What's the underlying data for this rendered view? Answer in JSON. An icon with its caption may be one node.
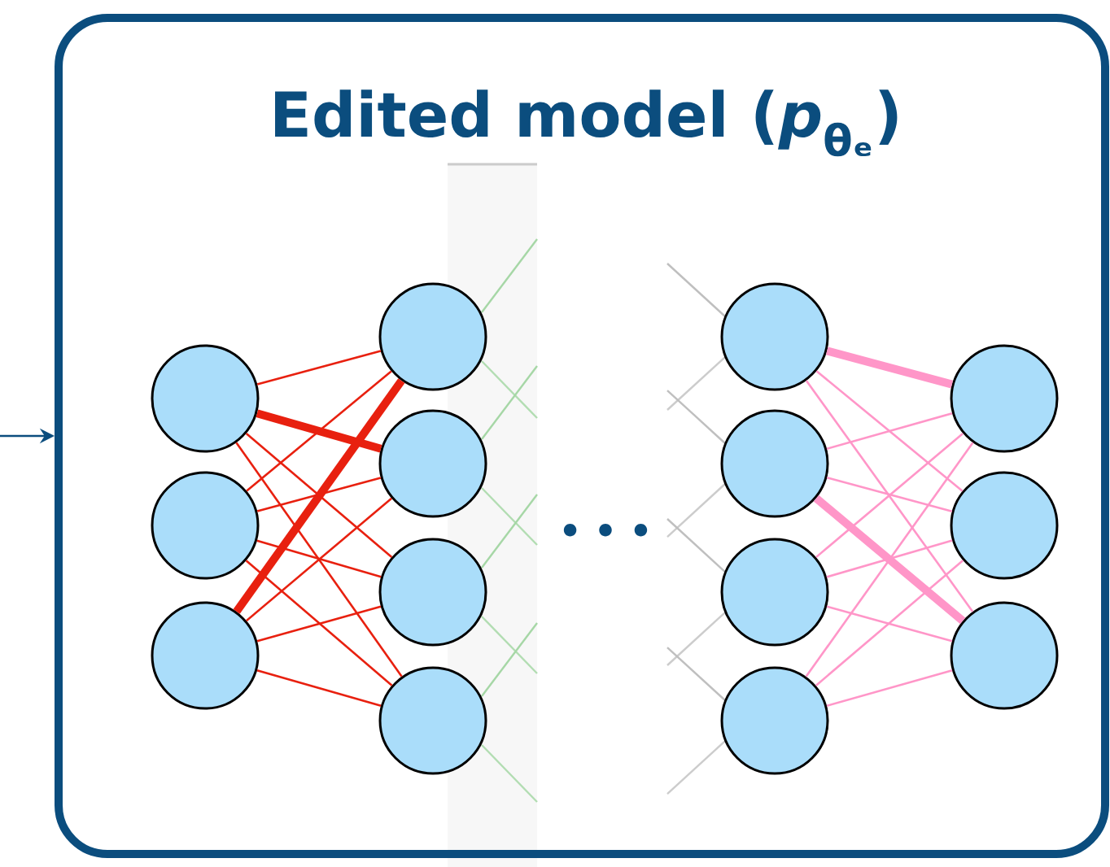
{
  "diagram": {
    "nodes": [
      {
        "text": [
          "Edited model (*p*$_{θₑ}$)"
        ]
      },
      {
        "text": [],
        "shape": "circle",
        "in": 0
      },
      {
        "text": [],
        "shape": "circle",
        "in": 0
      },
      {
        "text": [],
        "shape": "circle",
        "in": 0
      },
      {
        "text": [],
        "shape": "circle",
        "in": 0
      },
      {
        "text": [],
        "shape": "circle",
        "in": 0
      },
      {
        "text": [],
        "shape": "circle",
        "in": 0
      },
      {
        "text": [],
        "shape": "circle",
        "in": 0
      },
      {
        "text": [],
        "shape": "circle",
        "in": 0
      },
      {
        "text": [],
        "shape": "circle",
        "in": 0
      },
      {
        "text": [],
        "shape": "circle",
        "in": 0
      },
      {
        "text": [],
        "shape": "circle",
        "in": 0
      },
      {
        "text": [],
        "shape": "circle",
        "in": 0
      },
      {
        "text": [],
        "shape": "circle",
        "in": 0
      },
      {
        "text": [],
        "shape": "circle",
        "in": 0
      }
    ],
    "edges": [
      {
        "from": null,
        "to": 0,
        "arrow": "to",
        "color": "#0b4d7e"
      },
      {
        "from": 1,
        "to": 4,
        "arrow": "none",
        "color": "#e8200f"
      },
      {
        "from": 1,
        "to": 5,
        "arrow": "none",
        "color": "#e8200f",
        "style": "thick"
      },
      {
        "from": 1,
        "to": 6,
        "arrow": "none",
        "color": "#e8200f"
      },
      {
        "from": 1,
        "to": 7,
        "arrow": "none",
        "color": "#e8200f"
      },
      {
        "from": 2,
        "to": 4,
        "arrow": "none",
        "color": "#e8200f"
      },
      {
        "from": 2,
        "to": 5,
        "arrow": "none",
        "color": "#e8200f"
      },
      {
        "from": 2,
        "to": 6,
        "arrow": "none",
        "color": "#e8200f"
      },
      {
        "from": 2,
        "to": 7,
        "arrow": "none",
        "color": "#e8200f"
      },
      {
        "from": 3,
        "to": 4,
        "arrow": "none",
        "color": "#e8200f",
        "style": "thick"
      },
      {
        "from": 3,
        "to": 5,
        "arrow": "none",
        "color": "#e8200f"
      },
      {
        "from": 3,
        "to": 6,
        "arrow": "none",
        "color": "#e8200f"
      },
      {
        "from": 3,
        "to": 7,
        "arrow": "none",
        "color": "#e8200f"
      },
      {
        "from": 8,
        "to": 12,
        "arrow": "none",
        "color": "#ff96c8",
        "style": "thick"
      },
      {
        "from": 8,
        "to": 13,
        "arrow": "none",
        "color": "#ff96c8"
      },
      {
        "from": 8,
        "to": 14,
        "arrow": "none",
        "color": "#ff96c8"
      },
      {
        "from": 9,
        "to": 12,
        "arrow": "none",
        "color": "#ff96c8"
      },
      {
        "from": 9,
        "to": 13,
        "arrow": "none",
        "color": "#ff96c8"
      },
      {
        "from": 9,
        "to": 14,
        "arrow": "none",
        "color": "#ff96c8",
        "style": "thick"
      },
      {
        "from": 10,
        "to": 12,
        "arrow": "none",
        "color": "#ff96c8"
      },
      {
        "from": 10,
        "to": 13,
        "arrow": "none",
        "color": "#ff96c8"
      },
      {
        "from": 10,
        "to": 14,
        "arrow": "none",
        "color": "#ff96c8"
      },
      {
        "from": 11,
        "to": 12,
        "arrow": "none",
        "color": "#ff96c8"
      },
      {
        "from": 11,
        "to": 13,
        "arrow": "none",
        "color": "#ff96c8"
      },
      {
        "from": 11,
        "to": 14,
        "arrow": "none",
        "color": "#ff96c8"
      }
    ],
    "labels": [
      "• • •"
    ]
  }
}
